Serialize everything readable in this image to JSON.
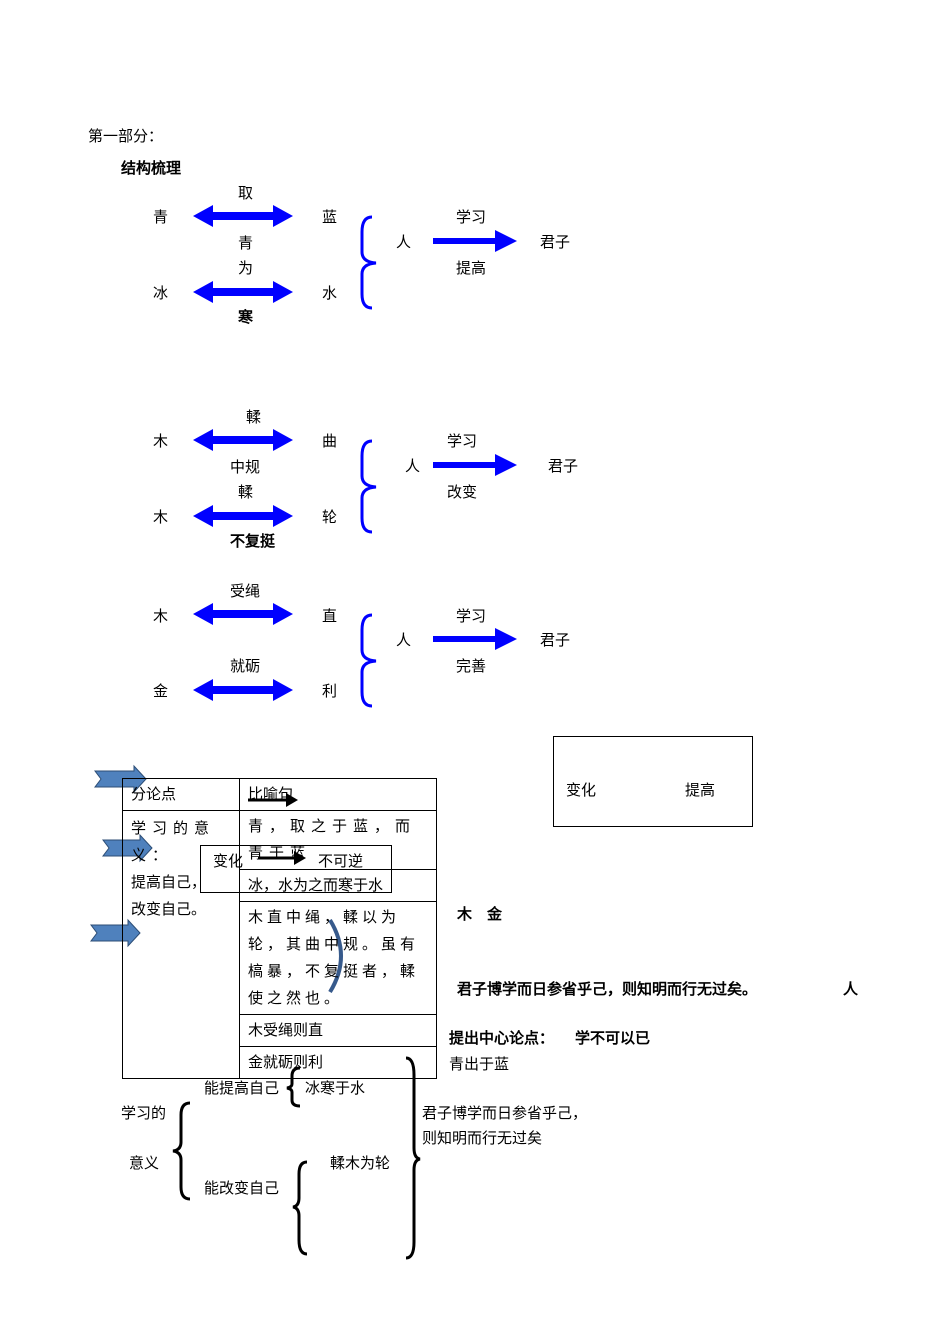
{
  "heading": "第一部分：",
  "section_title": "结构梳理",
  "diagram1": {
    "top_left": "青",
    "top_right": "蓝",
    "top_label": "取",
    "mid_label1": "青",
    "mid_label2": "为",
    "bottom_left": "冰",
    "bottom_right": "水",
    "bottom_label": "寒",
    "person": "人",
    "arrow_top": "学习",
    "arrow_bottom": "提高",
    "result": "君子"
  },
  "diagram2": {
    "top_left": "木",
    "top_right": "曲",
    "top_label": "輮",
    "mid_label1": "中规",
    "mid_label2": "輮",
    "bottom_left": "木",
    "bottom_right": "轮",
    "bottom_label": "不复挺",
    "person": "人",
    "arrow_top": "学习",
    "arrow_bottom": "改变",
    "result": "君子"
  },
  "diagram3": {
    "top_left": "木",
    "top_right": "直",
    "top_label": "受绳",
    "mid_label1": "就砺",
    "bottom_left": "金",
    "bottom_right": "利",
    "person": "人",
    "arrow_top": "学习",
    "arrow_bottom": "完善",
    "result": "君子"
  },
  "right_box": {
    "left": "变化",
    "right": "提高"
  },
  "overlay_box": {
    "left": "变化",
    "right": "不可逆"
  },
  "table": {
    "header_left": "分论点",
    "header_right": "比喻句",
    "left_text1": "学习的意义：",
    "left_text2": "提高自己，",
    "left_text3": "改变自己。",
    "rows": [
      "青，取之于蓝，而青于蓝",
      "冰，水为之而寒于水",
      "木直中绳，輮以为轮，其曲中规。虽有槁暴，不复挺者，輮使之然也。",
      "木受绳则直",
      "金就砺则利"
    ]
  },
  "side": {
    "wood_metal": "木　金",
    "quote": "君子博学而日参省乎己，则知明而行无过矣。",
    "person": "人",
    "thesis_label": "提出中心论点：",
    "thesis": "学不可以已",
    "subline": "青出于蓝"
  },
  "bottom": {
    "root1": "学习的",
    "root2": "意义",
    "branch1": "能提高自己",
    "branch2": "能改变自己",
    "leaf1": "冰寒于水",
    "leaf2": "輮木为轮",
    "quote1": "君子博学而日参省乎己，",
    "quote2": "则知明而行无过矣"
  },
  "colors": {
    "arrow_blue": "#0000ff",
    "steel_blue": "#4f81bd",
    "curve_blue": "#375a8c"
  }
}
